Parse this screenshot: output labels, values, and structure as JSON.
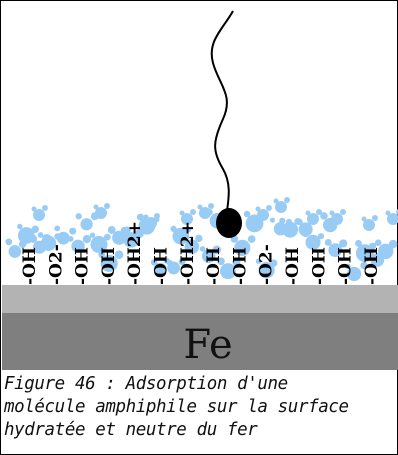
{
  "figure": {
    "metal_label": "Fe",
    "surface_groups": [
      "-OH",
      "-O2-",
      "-OH",
      "-OH",
      "-OH2+",
      "-OH",
      "-OH2+",
      "-OH",
      "-OH",
      "-O2-",
      "-OH",
      "-OH",
      "-OH",
      "-OH"
    ],
    "caption_lines": [
      "Figure 46 : Adsorption d'une",
      "molécule amphiphile sur la surface",
      "hydratée et neutre du fer"
    ],
    "colors": {
      "water": "#99ccf5",
      "oxide_layer": "#b3b3b3",
      "metal": "#7f7f7f",
      "amphiphile_head": "#000000"
    },
    "icons": [
      "water-molecule-icon",
      "amphiphile-molecule-icon"
    ]
  }
}
